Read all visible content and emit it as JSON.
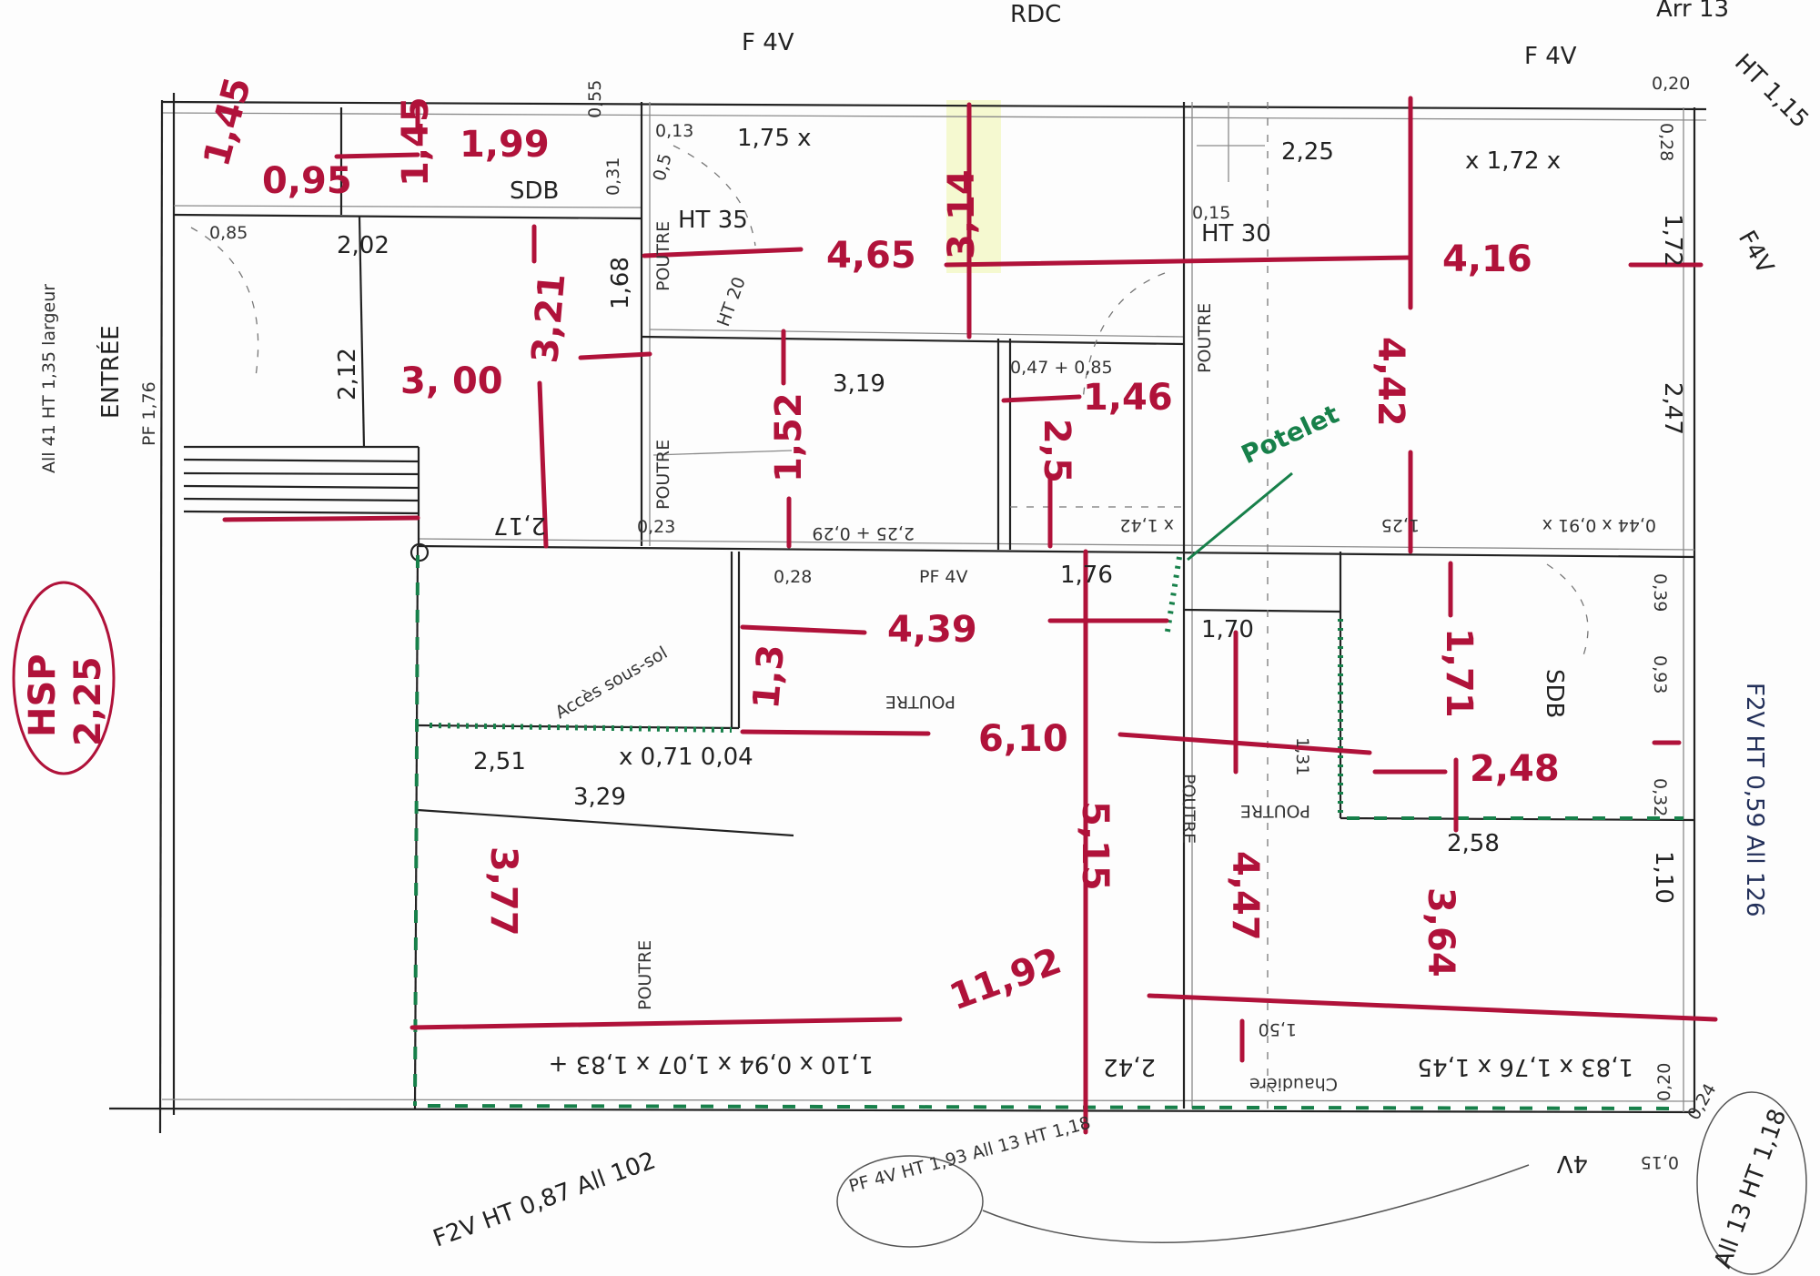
{
  "title": "RDC",
  "page_ref": "Arr 13",
  "colors": {
    "dimension": "#b0123a",
    "wall": "#222222",
    "annotation": "#17804a"
  },
  "red_dimensions": [
    "1,45",
    "0,95",
    "1,45",
    "1,99",
    "3, 00",
    "3,21",
    "4,65",
    "3,14",
    "4,16",
    "1,52",
    "1,46",
    "2,5",
    "4,42",
    "4,39",
    "1,3",
    "6,10",
    "1,71",
    "2,48",
    "1,31",
    "3,77",
    "5,15",
    "4,47",
    "3,64",
    "11,92"
  ],
  "hsp": {
    "label": "HSP",
    "value": "2,25"
  },
  "potelet": "Potelet",
  "notes": {
    "f4v_top": "F 4V",
    "f4v_top_right": "F 4V",
    "f4v_right": "F4V",
    "ht_115": "HT 1,15",
    "top_020": "0,20",
    "sdb_top": "SDB",
    "sdb_right": "SDB",
    "ht35": "HT 35",
    "ht30": "HT 30",
    "ht20": "HT 20",
    "entree": "ENTRÉE",
    "entree_note": "All 41 HT 1,35 largeur",
    "pf": "PF 1,76",
    "poutre": "POUTRE",
    "acces": "Accès sous-sol",
    "chaudiere": "Chaudière",
    "bottom_left": "F2V HT 0,87 All 102",
    "bottom_mid": "PF 4V HT 1,93 All 13 HT 1,18",
    "bottom_right": "All 13 HT 1,18",
    "bottom_4v": "4V",
    "bottom_015": "0,15",
    "right_note": "F2V HT 0,59 All 126"
  },
  "black_dimensions": {
    "d175": "1,75 x",
    "d013": "0,13",
    "d055": "0,55",
    "d031": "0,31",
    "d05": "0,5",
    "d225": "2,25",
    "d172": "x 1,72 x",
    "d028": "0,28",
    "d202": "2,02",
    "d085": "0,85",
    "d212": "2,12",
    "d168": "1,68",
    "d319": "3,19",
    "d015": "0,15",
    "d047": "0,47 + 0,85",
    "d172r": "1,72",
    "d247": "2,47",
    "d217": "2,17",
    "d023": "0,23",
    "mid_row1": "2,25 + 0,29",
    "mid_row2": "x 1,42",
    "mid_row3": "1,25",
    "mid_row4": "0,44 x 0,91 x",
    "d028b": "0,28",
    "d176": "1,76",
    "pf4v": "PF 4V",
    "d251": "2,51",
    "d071": "x 0,71 0,04",
    "d329": "3,29",
    "d170": "1,70",
    "d258": "2,58",
    "d039": "0,39",
    "d093": "0,93",
    "d32": "0,32",
    "bottom_row_left": "1,10 x 0,94 x 1,07 x 1,83 +",
    "d242": "2,42",
    "d150": "1,50",
    "bottom_row_right": "1,83 x 1,76 x 1,45",
    "d110": "1,10",
    "d020b": "0,20",
    "d024": "0,24"
  }
}
